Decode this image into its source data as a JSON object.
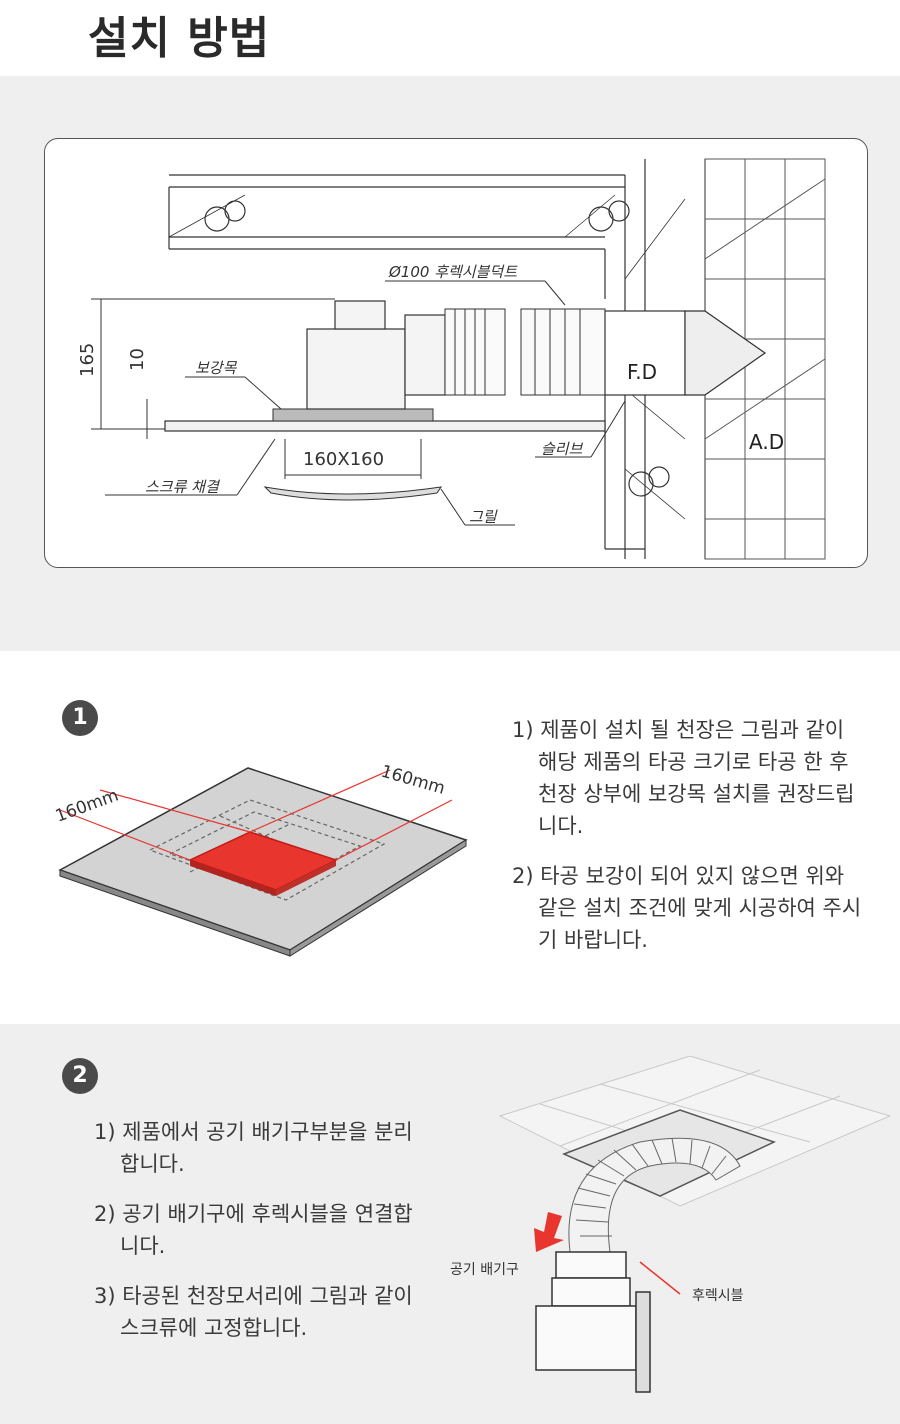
{
  "page": {
    "title": "설치 방법"
  },
  "diagram": {
    "labels": {
      "duct": "Ø100 후렉시블덕트",
      "dim_165": "165",
      "dim_10": "10",
      "reinforcement": "보강목",
      "size": "160X160",
      "screw": "스크류 채결",
      "grille": "그릴",
      "sleeve": "슬리브",
      "fd": "F.D",
      "ad": "A.D"
    }
  },
  "step1": {
    "number": "1",
    "dim_left": "160mm",
    "dim_right": "160mm",
    "paragraphs": [
      "1) 제품이 설치 될 천장은 그림과 같이 해당 제품의 타공 크기로 타공 한 후 천장 상부에 보강목 설치를 권장드립니다.",
      "2) 타공 보강이 되어 있지 않으면 위와 같은 설치 조건에 맞게 시공하여 주시기 바랍니다."
    ]
  },
  "step2": {
    "number": "2",
    "label_outlet": "공기 배기구",
    "label_flex": "후렉시블",
    "paragraphs": [
      "1) 제품에서 공기 배기구부분을 분리합니다.",
      "2) 공기 배기구에 후렉시블을 연결합니다.",
      "3) 타공된 천장모서리에 그림과 같이 스크류에 고정합니다."
    ]
  },
  "colors": {
    "accent_red": "#e8352e",
    "section_grey": "#efefef",
    "badge": "#4a4a4a"
  }
}
